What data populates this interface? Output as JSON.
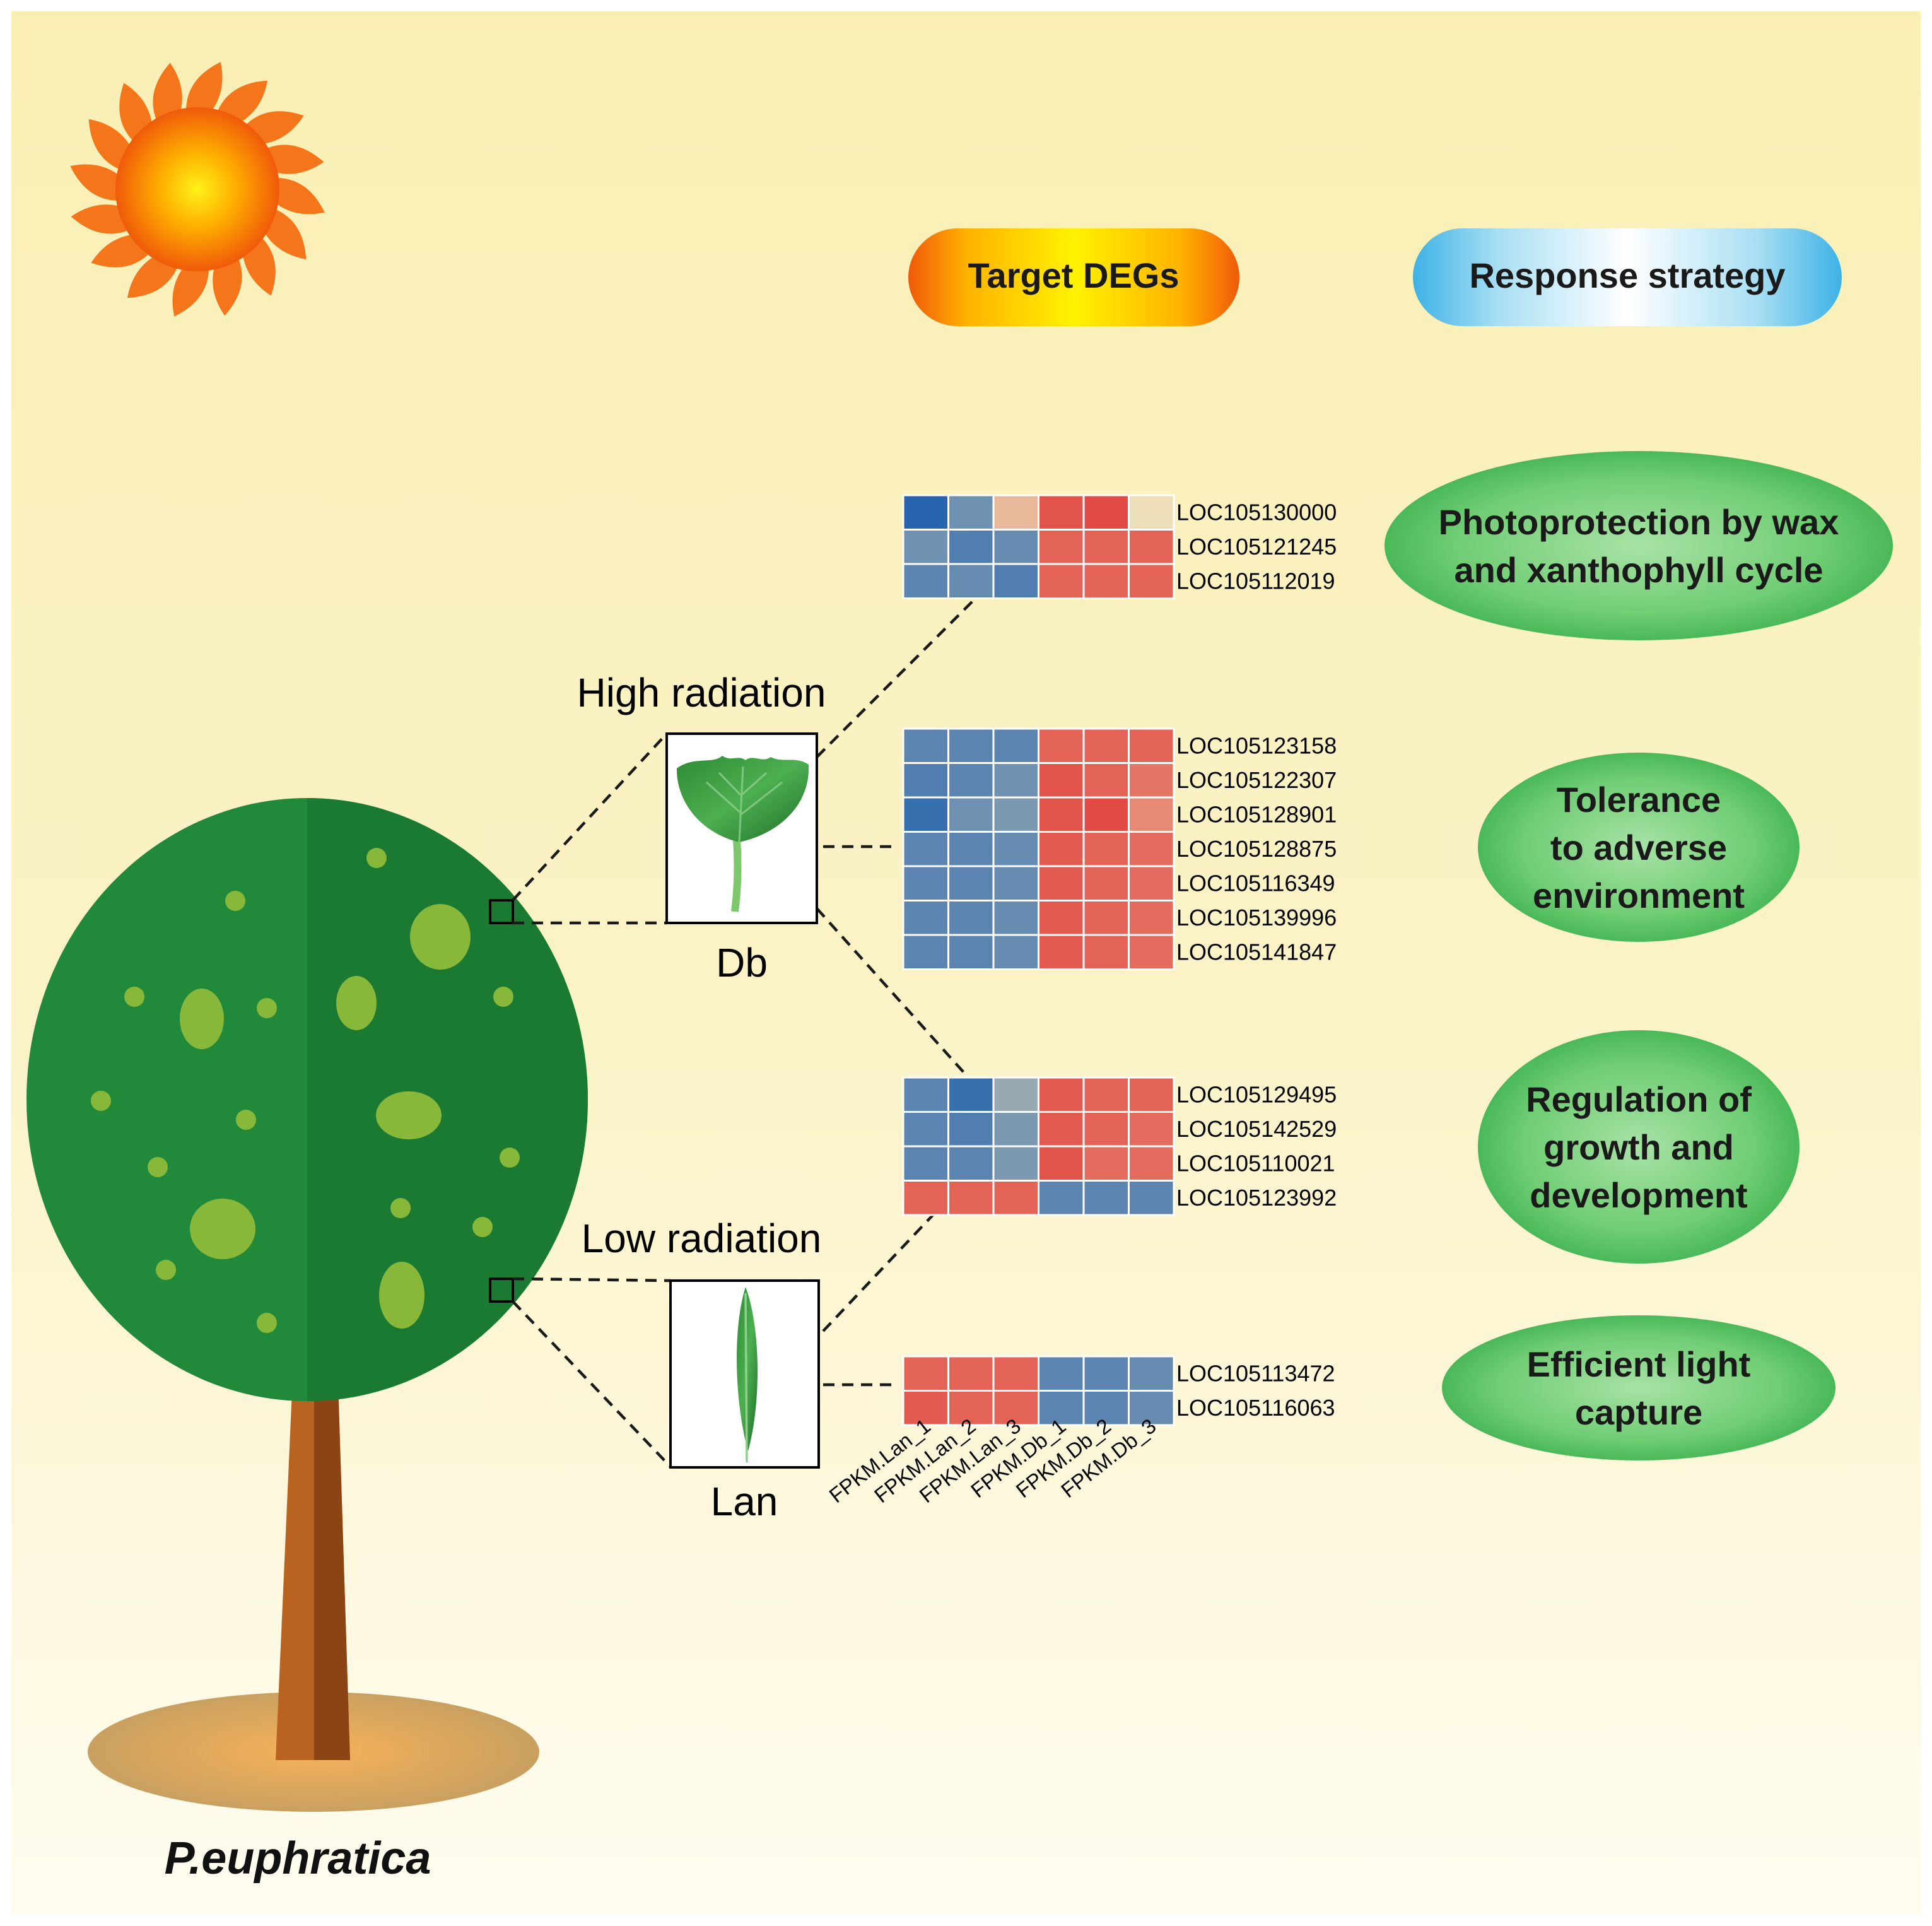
{
  "headers": {
    "target": "Target DEGs",
    "strategy": "Response strategy"
  },
  "conditions": {
    "high": "High radiation",
    "low": "Low radiation"
  },
  "leaves": {
    "db": "Db",
    "lan": "Lan"
  },
  "species": "P.euphratica",
  "columns": [
    "FPKM.Lan_1",
    "FPKM.Lan_2",
    "FPKM.Lan_3",
    "FPKM.Db_1",
    "FPKM.Db_2",
    "FPKM.Db_3"
  ],
  "colors": {
    "background_top": "#f9efb4",
    "background_bottom": "#fffbea",
    "canopy": "#1e7e34",
    "trunk": "#b05a1e",
    "strategy_pill": "#5cc46a",
    "heat_blue_strong": "#1f5fad",
    "heat_red_strong": "#e0302e"
  },
  "chart_data": {
    "type": "heatmap",
    "x": [
      "FPKM.Lan_1",
      "FPKM.Lan_2",
      "FPKM.Lan_3",
      "FPKM.Db_1",
      "FPKM.Db_2",
      "FPKM.Db_3"
    ],
    "color_scale": "blue (low) - beige - red (high), row-scaled",
    "groups": [
      {
        "strategy": [
          "Photoprotection by wax",
          "and xanthophyll cycle"
        ],
        "genes": [
          "LOC105130000",
          "LOC105121245",
          "LOC105112019"
        ],
        "values": [
          [
            -1.4,
            -0.6,
            0.1,
            1.0,
            1.1,
            0.0
          ],
          [
            -0.6,
            -0.9,
            -0.7,
            0.8,
            0.8,
            0.8
          ],
          [
            -0.8,
            -0.7,
            -0.9,
            0.8,
            0.8,
            0.8
          ]
        ]
      },
      {
        "strategy": [
          "Tolerance",
          "to adverse",
          "environment"
        ],
        "genes": [
          "LOC105123158",
          "LOC105122307",
          "LOC105128901",
          "LOC105128875",
          "LOC105116349",
          "LOC105139996",
          "LOC105141847"
        ],
        "values": [
          [
            -0.8,
            -0.8,
            -0.8,
            0.8,
            0.8,
            0.8
          ],
          [
            -0.9,
            -0.8,
            -0.6,
            1.0,
            0.8,
            0.6
          ],
          [
            -1.2,
            -0.6,
            -0.5,
            1.0,
            1.1,
            0.4
          ],
          [
            -0.8,
            -0.8,
            -0.7,
            0.9,
            0.8,
            0.7
          ],
          [
            -0.8,
            -0.8,
            -0.7,
            0.9,
            0.8,
            0.7
          ],
          [
            -0.8,
            -0.8,
            -0.7,
            0.9,
            0.8,
            0.7
          ],
          [
            -0.8,
            -0.8,
            -0.7,
            0.9,
            0.8,
            0.7
          ]
        ]
      },
      {
        "strategy": [
          "Regulation of",
          "growth and",
          "development"
        ],
        "genes": [
          "LOC105129495",
          "LOC105142529",
          "LOC105110021",
          "LOC105123992"
        ],
        "values": [
          [
            -0.8,
            -1.2,
            -0.3,
            0.9,
            0.8,
            0.8
          ],
          [
            -0.8,
            -0.9,
            -0.5,
            0.9,
            0.8,
            0.7
          ],
          [
            -0.8,
            -0.8,
            -0.5,
            1.0,
            0.7,
            0.7
          ],
          [
            0.8,
            0.8,
            0.8,
            -0.8,
            -0.8,
            -0.8
          ]
        ]
      },
      {
        "strategy": [
          "Efficient light",
          "capture"
        ],
        "genes": [
          "LOC105113472",
          "LOC105116063"
        ],
        "values": [
          [
            0.8,
            0.8,
            0.8,
            -0.8,
            -0.8,
            -0.7
          ],
          [
            0.9,
            0.8,
            0.8,
            -0.8,
            -0.8,
            -0.7
          ]
        ]
      }
    ]
  }
}
